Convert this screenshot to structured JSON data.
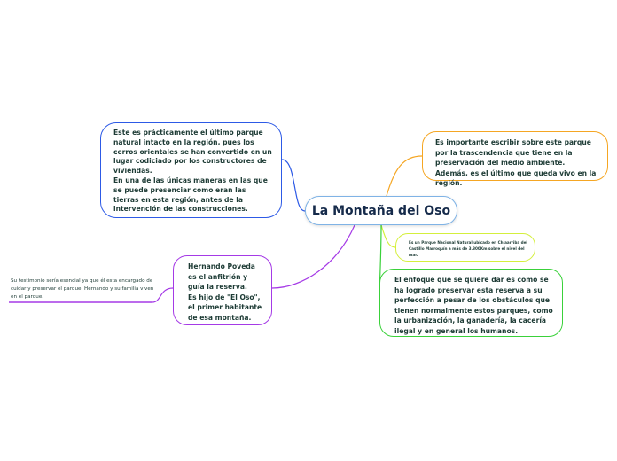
{
  "central": {
    "title": "La Montaña del Oso"
  },
  "nodes": {
    "top_left": "Este es prácticamente el último parque natural intacto en la región, pues los cerros orientales se han convertido en un lugar codiciado por los constructores de viviendas.\nEn una de las únicas maneras en las que se puede presenciar como eran las tierras en esta región, antes de la intervención de las construcciones.",
    "top_right": "Es importante escribir sobre este parque por la trascendencia que tiene en la preservación del medio ambiente. Además, es el último que queda vivo en la región.",
    "small_right": "Es un Parque Nacional Natural ubicado en Chiaarriba del Castillo Marroquín a más de 3.300Km sobre el nivel del mar.",
    "green": "El enfoque que se quiere dar es como se ha logrado preservar esta reserva a su perfección a pesar de los obstáculos que tienen normalmente estos parques, como la urbanización, la ganadería, la cacería ilegal y en general los humanos.",
    "purple": "Hernando Poveda es el anfitrión y guía la reserva.\nEs hijo de \"El Oso\", el primer habitante de esa montaña.",
    "left_note": "Su testimonio sería esencial ya que él esta encargado de cuidar y preservar el parque. Hernando y su familia viven en el parque."
  },
  "colors": {
    "blue": "#2d5ae6",
    "orange": "#f5a623",
    "yellow_green": "#d4ef3c",
    "green": "#3ad13a",
    "purple": "#a53ae6"
  }
}
